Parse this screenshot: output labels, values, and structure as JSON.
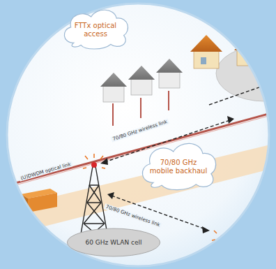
{
  "diagram": {
    "nodes": [
      {
        "text": [
          "FTTx optical access"
        ]
      },
      {
        "text": [
          "70/80 GHz mobile backhaul"
        ]
      },
      {
        "text": [
          "60 GHz WLAN cell"
        ]
      }
    ],
    "labels": [
      "(U)DWDM optical link",
      "70/80 GHz wireless link",
      "70/80 GHz wireless link"
    ]
  }
}
